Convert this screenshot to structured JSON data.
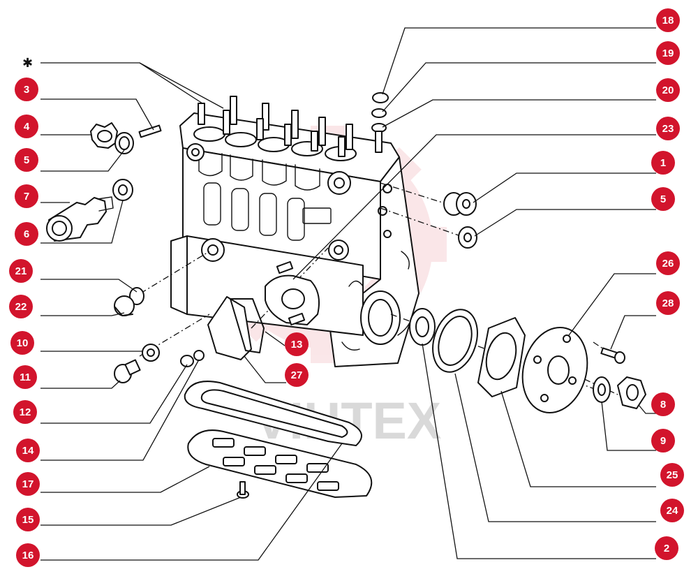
{
  "diagram": {
    "watermark": "VIHTEX",
    "accent_color": "#d2142c",
    "star_marker": "✱",
    "callouts": [
      {
        "id": "18",
        "label": "18"
      },
      {
        "id": "19",
        "label": "19"
      },
      {
        "id": "20",
        "label": "20"
      },
      {
        "id": "23",
        "label": "23"
      },
      {
        "id": "1",
        "label": "1"
      },
      {
        "id": "5r",
        "label": "5"
      },
      {
        "id": "26",
        "label": "26"
      },
      {
        "id": "28",
        "label": "28"
      },
      {
        "id": "8",
        "label": "8"
      },
      {
        "id": "9",
        "label": "9"
      },
      {
        "id": "25",
        "label": "25"
      },
      {
        "id": "24",
        "label": "24"
      },
      {
        "id": "2",
        "label": "2"
      },
      {
        "id": "3",
        "label": "3"
      },
      {
        "id": "4",
        "label": "4"
      },
      {
        "id": "5l",
        "label": "5"
      },
      {
        "id": "7",
        "label": "7"
      },
      {
        "id": "6",
        "label": "6"
      },
      {
        "id": "21",
        "label": "21"
      },
      {
        "id": "22",
        "label": "22"
      },
      {
        "id": "10",
        "label": "10"
      },
      {
        "id": "11",
        "label": "11"
      },
      {
        "id": "12",
        "label": "12"
      },
      {
        "id": "14",
        "label": "14"
      },
      {
        "id": "17",
        "label": "17"
      },
      {
        "id": "15",
        "label": "15"
      },
      {
        "id": "16",
        "label": "16"
      },
      {
        "id": "13",
        "label": "13"
      },
      {
        "id": "27",
        "label": "27"
      }
    ]
  }
}
